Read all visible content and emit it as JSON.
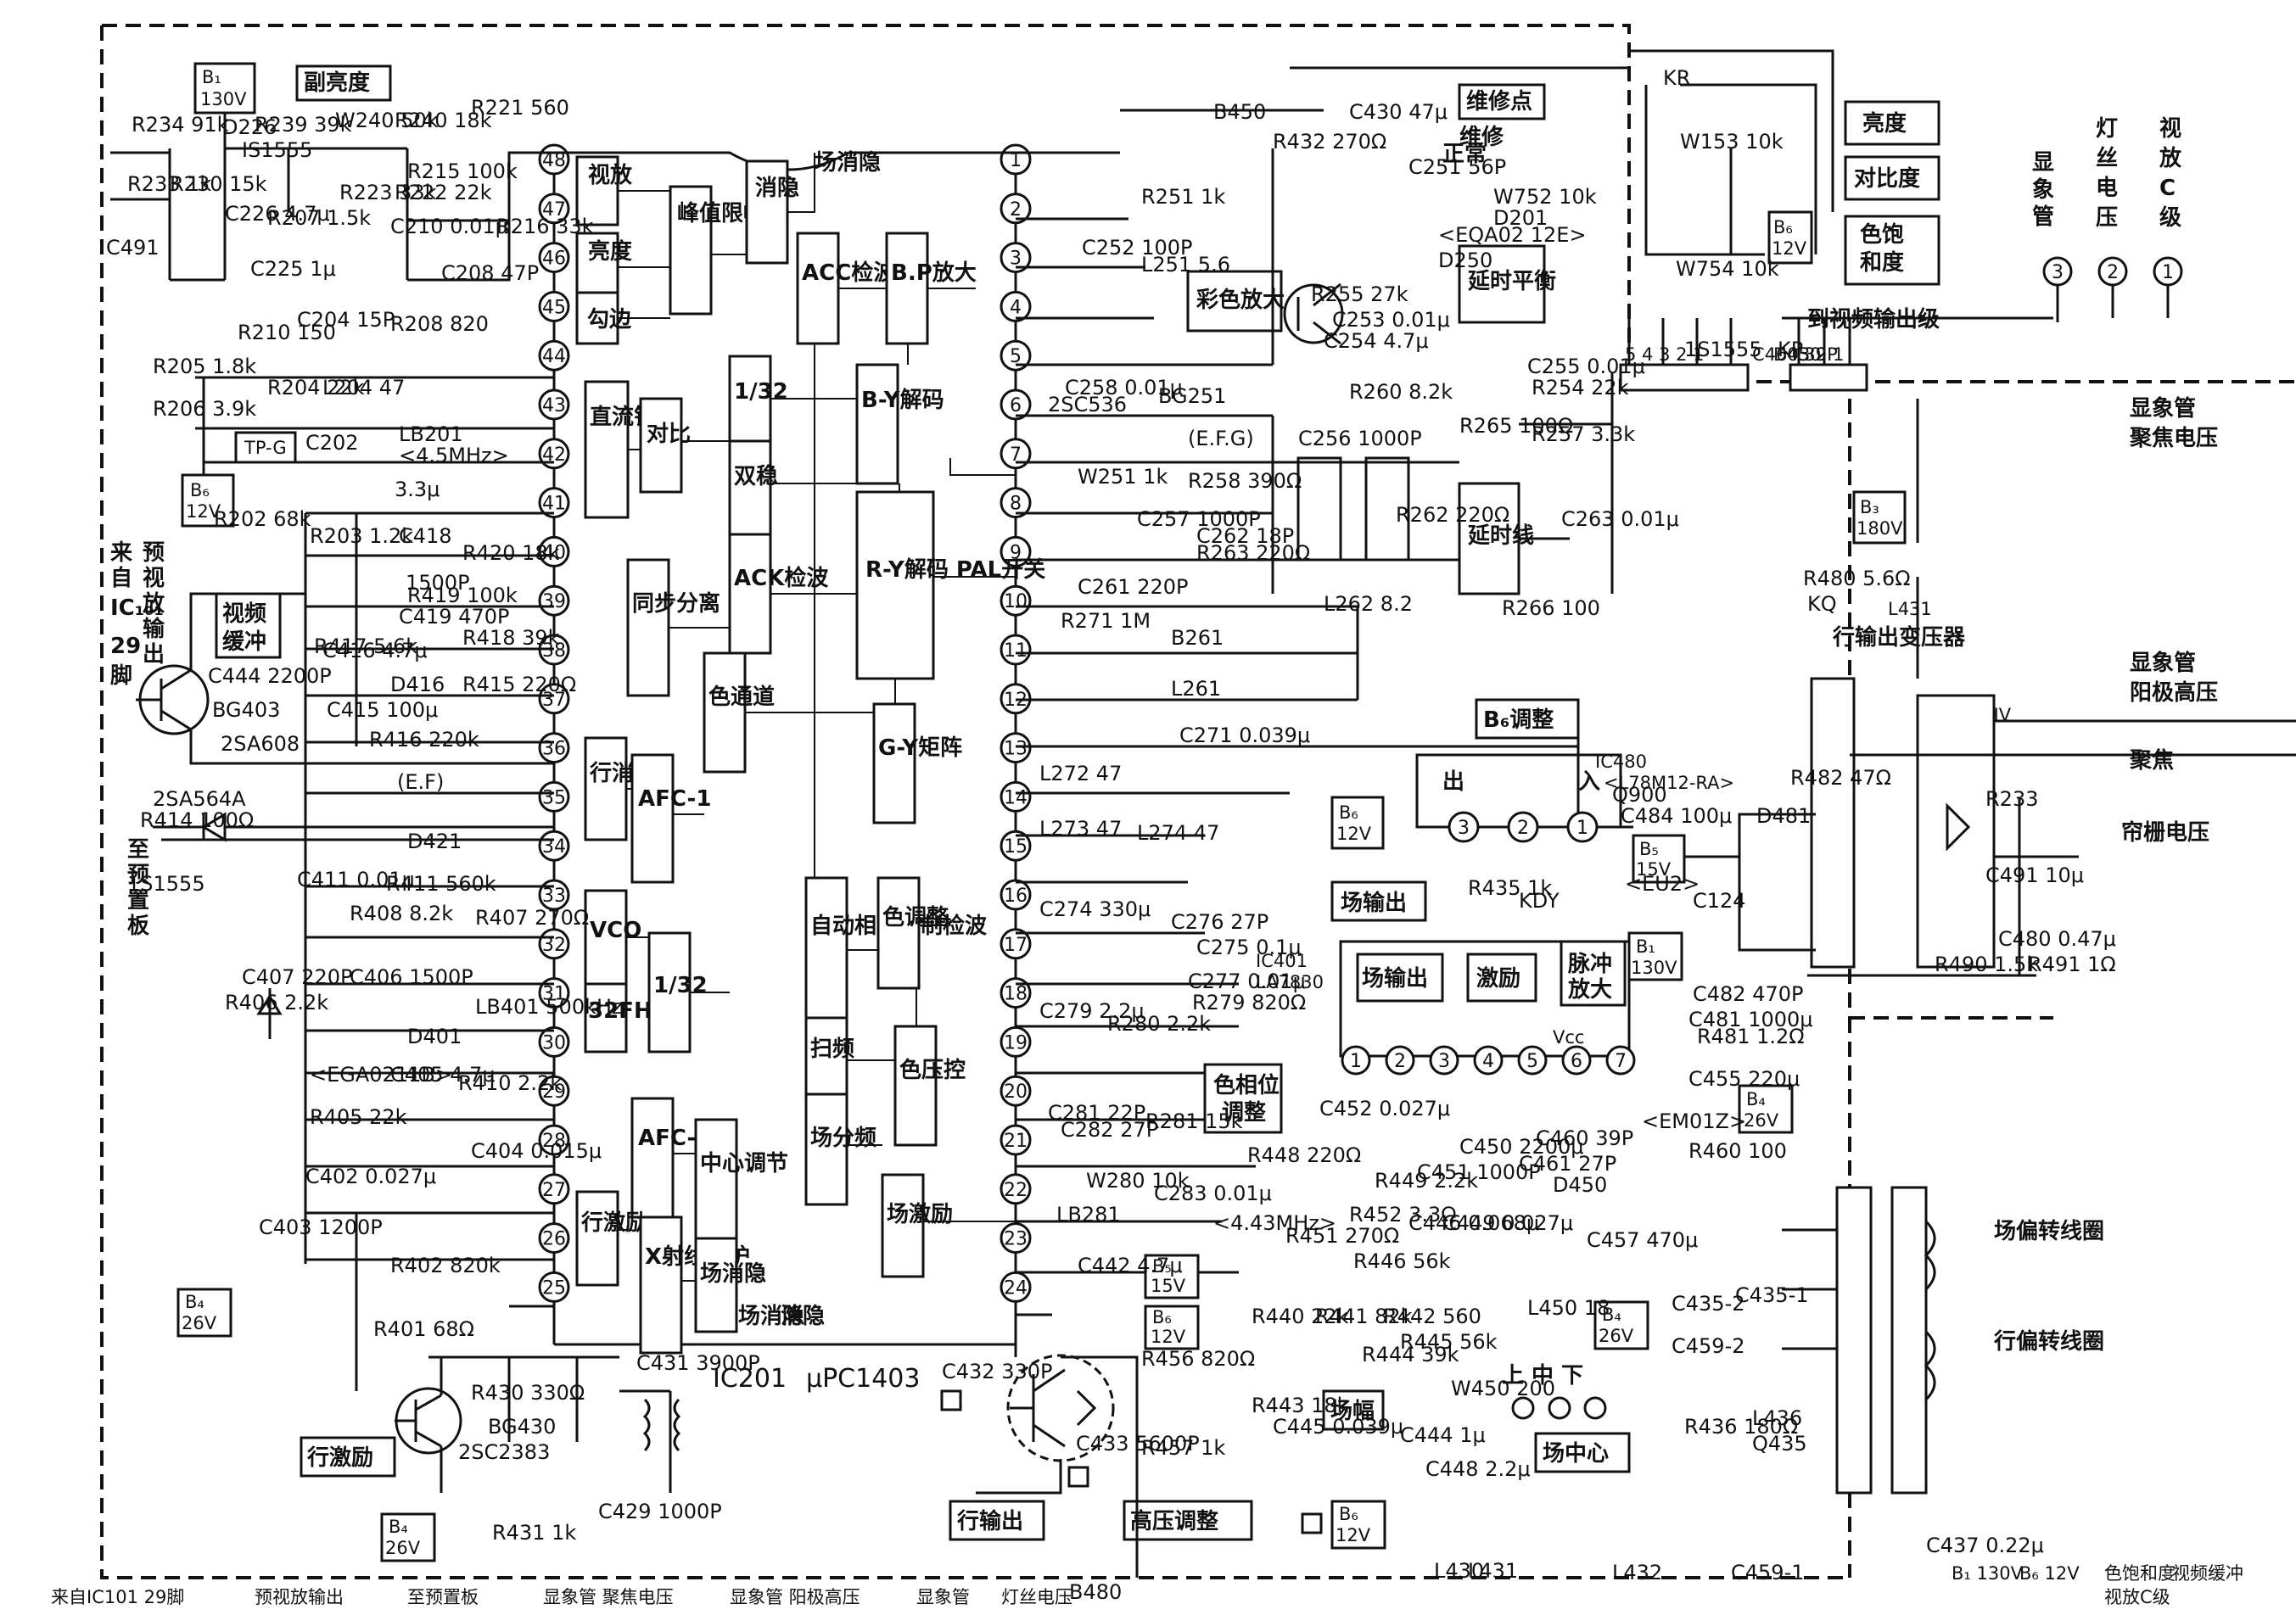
{
  "ic201": {
    "label": "IC201",
    "part": "μPC1403",
    "left_pins": [
      "48",
      "47",
      "46",
      "45",
      "44",
      "43",
      "42",
      "41",
      "40",
      "39",
      "38",
      "37",
      "36",
      "35",
      "34",
      "33",
      "32",
      "31",
      "30",
      "29",
      "28",
      "27",
      "26",
      "25"
    ],
    "right_pins": [
      "1",
      "2",
      "3",
      "4",
      "5",
      "6",
      "7",
      "8",
      "9",
      "10",
      "11",
      "12",
      "13",
      "14",
      "15",
      "16",
      "17",
      "18",
      "19",
      "20",
      "21",
      "22",
      "23",
      "24"
    ]
  },
  "blocks": [
    {
      "id": "shifang",
      "text": "视放"
    },
    {
      "id": "liangdu",
      "text": "亮度"
    },
    {
      "id": "goubian",
      "text": "勾边"
    },
    {
      "id": "fengzhi",
      "text": "峰值限幅"
    },
    {
      "id": "xiaoyin",
      "text": "消隐"
    },
    {
      "id": "zhiliu",
      "text": "直流钳位"
    },
    {
      "id": "duibi",
      "text": "对比"
    },
    {
      "id": "tongbu",
      "text": "同步分离"
    },
    {
      "id": "hangxiaoyin",
      "text": "行消隐"
    },
    {
      "id": "afc1",
      "text": "AFC-1"
    },
    {
      "id": "vco",
      "text": "VCO"
    },
    {
      "id": "fh32",
      "text": "32FH"
    },
    {
      "id": "div32b",
      "text": "1/32"
    },
    {
      "id": "afc2",
      "text": "AFC-2"
    },
    {
      "id": "hangjili",
      "text": "行激励"
    },
    {
      "id": "xshexian",
      "text": "X射线保护"
    },
    {
      "id": "changxiaoyin",
      "text": "场消隐"
    },
    {
      "id": "zhongxin",
      "text": "中心调节"
    },
    {
      "id": "acc",
      "text": "ACC检波"
    },
    {
      "id": "bp",
      "text": "B.P放大"
    },
    {
      "id": "div32a",
      "text": "1/32"
    },
    {
      "id": "shuangwen",
      "text": "双稳"
    },
    {
      "id": "byjie",
      "text": "B-Y解码"
    },
    {
      "id": "ryjie",
      "text": "R-Y解码 PAL开关"
    },
    {
      "id": "ackjian",
      "text": "ACK检波"
    },
    {
      "id": "setongdao",
      "text": "色通道"
    },
    {
      "id": "gyjuzhen",
      "text": "G-Y矩阵"
    },
    {
      "id": "zidong",
      "text": "自动相位控制检波"
    },
    {
      "id": "setiao",
      "text": "色调整"
    },
    {
      "id": "saopin",
      "text": "扫频"
    },
    {
      "id": "sekong",
      "text": "色压控"
    },
    {
      "id": "changfen",
      "text": "场分频"
    },
    {
      "id": "changjili",
      "text": "场激励"
    },
    {
      "id": "caise",
      "text": "彩色放大"
    },
    {
      "id": "yanshi",
      "text": "延时平衡"
    },
    {
      "id": "yanshixian",
      "text": "延时线"
    }
  ],
  "labeled_boxes": {
    "b1": "B₁ 130V",
    "fuliang": "副亮度",
    "tpg": "TP-G",
    "b6a": "B₆ 12V",
    "shipin": "视频缓冲",
    "weixiu": "维修点",
    "liangdu_ctrl": "亮度",
    "duibidu_ctrl": "对比度",
    "sebao_ctrl": "色饱和度",
    "b6b": "B₆ 12V",
    "b3": "B₃ 180V",
    "b6tiao": "B₆调整",
    "b6c": "B₆ 12V",
    "changshuchu": "场输出",
    "b5a": "B₅ 15V",
    "b1b": "B₁ 130V",
    "sewei": "色相位调整",
    "b4a": "B₄ 26V",
    "b5b": "B₅ 15V",
    "b6d": "B₆ 12V",
    "changfu": "场幅",
    "changzhongxin": "场中心",
    "b4b": "B₄ 26V",
    "b4c": "B₄ 26V",
    "hangjili2": "行激励",
    "b4d": "B₄ 26V",
    "hangshuchu": "行输出",
    "gaoya": "高压调整",
    "b6e": "B₆ 12V"
  },
  "ic401": {
    "label": "IC401",
    "part": "LA7830",
    "blocks": [
      "场输出",
      "激励",
      "脉冲放大"
    ],
    "pins": [
      "1",
      "2",
      "3",
      "4",
      "5",
      "6",
      "7"
    ],
    "vcc": "Vcc"
  },
  "ic480": {
    "label": "IC480",
    "part": "<L78M12-RA>",
    "pins": [
      "3",
      "2",
      "1"
    ],
    "out": "出",
    "in": "入"
  },
  "components": [
    "R234 91k",
    "R239 39k",
    "D226",
    "IS1555",
    "R233 1k",
    "R230 15k",
    "C226 4.7μ",
    "C491",
    "R221 560",
    "W240 50k",
    "R240 18k",
    "R223 33k",
    "R222 22k",
    "R215 100k",
    "R216 33k",
    "R207 1.5k",
    "C210 0.01μ",
    "C208 47P",
    "C225 1μ",
    "C204 15P",
    "R208 820",
    "R210 150",
    "R205 1.8k",
    "R204 22k",
    "L204 47",
    "R206 3.9k",
    "LB201",
    "<4.5MHz>",
    "C202",
    "3.3μ",
    "R202 68k",
    "R203 1.2k",
    "C418",
    "1500P",
    "R419 100k",
    "R420 18k",
    "C419 470P",
    "R418 39k",
    "R417 5.6k",
    "C416 4.7μ",
    "D416",
    "R415 220Ω",
    "C415 100μ",
    "R416 220k",
    "C444 2200P",
    "BG403",
    "2SA608",
    "(E.F)",
    "2SA564A",
    "R414 100Ω",
    "D421",
    "1S1555",
    "C411 0.01μ",
    "R411 560k",
    "R408 8.2k",
    "R407 270Ω",
    "C406 1500P",
    "LB401 500kHz",
    "C407 220P",
    "R406 2.2k",
    "D401",
    "<EGA0211B>",
    "C405 4.7μ",
    "R410 2.2k",
    "R405 22k",
    "C404 0.015μ",
    "C402 0.027μ",
    "C403 1200P",
    "R402 820k",
    "R401 68Ω",
    "R430 330Ω",
    "BG430",
    "2SC2383",
    "C431 3900P",
    "C429 1000P",
    "R431 1k",
    "B450",
    "C430 47μ",
    "R432 270Ω",
    "C251 56P",
    "R251 1k",
    "C252 100P",
    "L251 5.6",
    "R255 27k",
    "C253 0.01μ",
    "C254 4.7μ",
    "C258 0.01μ",
    "BG251",
    "2SC536",
    "(E.F.G)",
    "R260 8.2k",
    "C255 0.01μ",
    "R254 22k",
    "R265 100Ω",
    "R257 3.3k",
    "C256 1000P",
    "W251 1k",
    "R258 390Ω",
    "C257 1000P",
    "C262 18P",
    "R262 220Ω",
    "C263 0.01μ",
    "R263 220Ω",
    "C261 220P",
    "L262 8.2",
    "R266 100",
    "R271 1M",
    "B261",
    "L261",
    "C271 0.039μ",
    "L272 47",
    "L273 47",
    "L274 47",
    "C274 330μ",
    "C276 27P",
    "C275 0.1μ",
    "C277 0.01μ",
    "R279 820Ω",
    "C279 2.2μ",
    "R280 2.2k",
    "C281 22P",
    "C282 27P",
    "R281 15k",
    "W280 10k",
    "C283 0.01μ",
    "LB281",
    "<4.43MHz>",
    "C442 4.7μ",
    "R440 22k",
    "R443 18k",
    "C445 0.039μ",
    "R441 82k",
    "R442 560",
    "R445 56k",
    "R444 39k",
    "C444 1μ",
    "C448 2.2μ",
    "W450 200",
    "R448 220Ω",
    "R451 270Ω",
    "R452 3.3Ω",
    "C446 0.068μ",
    "R446 56k",
    "C449 0.027μ",
    "C450 2200μ",
    "C452 0.027μ",
    "R449 2.2k",
    "C451 1000P",
    "C461 27P",
    "C460 39P",
    "D450",
    "<EM01Z>",
    "R460 100",
    "C455 220μ",
    "C457 470μ",
    "L450 18",
    "R456 820Ω",
    "R457 1k",
    "C432 330P",
    "C433 5600P",
    "L430",
    "L431",
    "L432",
    "C459-1",
    "C459-2",
    "C435-2",
    "C435-1",
    "R436 180Ω",
    "L436",
    "Q435",
    "C437 0.22μ",
    "R435 1k",
    "KDY",
    "Q900",
    "C484 100μ",
    "R482 47Ω",
    "D481",
    "<EU2>",
    "C124",
    "C482 470P",
    "C481 1000μ",
    "R481 1.2Ω",
    "R480 5.6Ω",
    "C480 0.47μ",
    "R491 1Ω",
    "R490 1.5k",
    "C491 10μ",
    "R233",
    "KR",
    "W153 10k",
    "W754 10k",
    "W752 10k",
    "D201",
    "<EQA02 12E>",
    "D250",
    "1S1555",
    "KP",
    "KQ",
    "B480"
  ],
  "annotations": {
    "source": "来自IC101 29脚",
    "preamp": "预视放输出",
    "tomain": "至预置板",
    "changxiaoyin_out": "场消隐",
    "xiaoyin_out": "消隐",
    "normal": "正常",
    "weixiu2": "维修",
    "tovideo": "到视频输出级",
    "kinescope_focus": "显象管 聚焦电压",
    "hov": "行输出变压器",
    "kinescope_anode": "显象管 阳极高压",
    "hv": "HV",
    "focus": "聚焦",
    "screen": "帘栅电压",
    "vert_coil": "场偏转线圈",
    "horiz_coil": "行偏转线圈",
    "updown": "上  中  下",
    "col1": "显象管",
    "col2": "灯丝电压",
    "col3": "视放C级",
    "conn_pins": "5 4 3 2 1",
    "conn_pins2": "3 2 1"
  }
}
